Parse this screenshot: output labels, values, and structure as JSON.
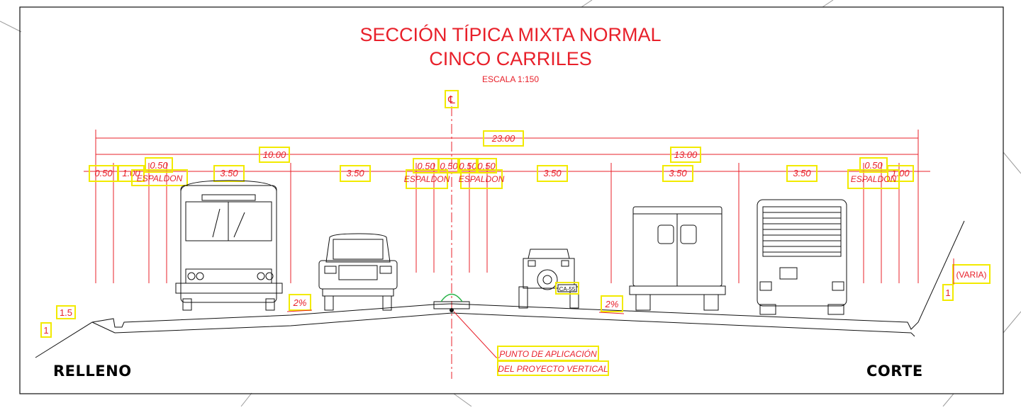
{
  "title": {
    "line1": "SECCIÓN TÍPICA MIXTA NORMAL",
    "line2": "CINCO CARRILES",
    "scale": "ESCALA 1:150"
  },
  "centerline_symbol": "℄",
  "dimensions": {
    "total": "23.00",
    "left_half": "10.00",
    "right_half": "13.00",
    "segments": [
      "0.50",
      "1.00",
      "0.50",
      "3.50",
      "3.50",
      "0.50",
      "0.50",
      "0.50",
      "0.50",
      "3.50",
      "3.50",
      "3.50",
      "0.50",
      "1.00"
    ],
    "shoulder_label": "ESPALDON"
  },
  "slopes": {
    "left_h": "1.5",
    "left_v": "1",
    "right_h": "(VARIA)",
    "right_v": "1",
    "cross_slope": "2%"
  },
  "vehicle_plate": "CA-55",
  "callout": {
    "line1": "PUNTO DE APLICACIÓN",
    "line2": "DEL PROYECTO VERTICAL"
  },
  "corners": {
    "left": "RELLENO",
    "right": "CORTE"
  },
  "colors": {
    "annotation": "#e8202a",
    "highlight": "#f2ea00",
    "linework": "#111111"
  }
}
